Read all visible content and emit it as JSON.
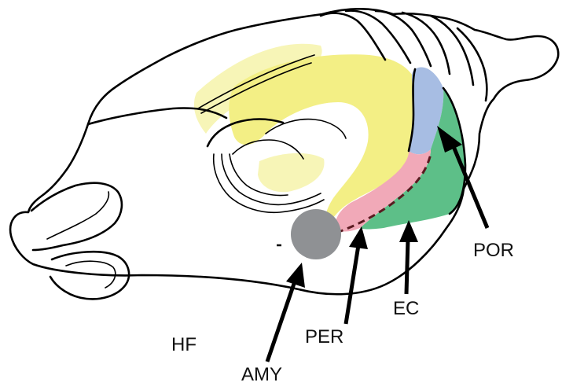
{
  "diagram": {
    "labels": {
      "hf": "HF",
      "amy": "AMY",
      "per": "PER",
      "ec": "EC",
      "por": "POR"
    },
    "colors": {
      "hippocampus": "#f3ef85",
      "hippocampus_light": "#f6f3aa",
      "perirhinal": "#f1a9b8",
      "entorhinal": "#5dbf88",
      "postrhinal": "#a7bde3",
      "amygdala": "#8f9194",
      "outline": "#000000",
      "boundary_dash": "#5a1a20"
    },
    "regions": [
      "hippocampus-region",
      "perirhinal-region",
      "entorhinal-region",
      "postrhinal-region",
      "amygdala-region"
    ]
  }
}
